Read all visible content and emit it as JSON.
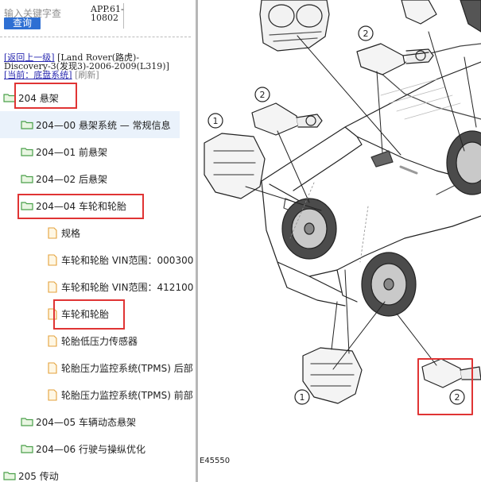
{
  "search": {
    "placeholder": "输入关键字查",
    "button_label": "查询"
  },
  "doc_code": {
    "line1": "APP.61-",
    "line2": "10802"
  },
  "breadcrumb": {
    "back_link": "[返回上一级]",
    "path_line1": "[Land Rover(路虎)-",
    "path_line2": "Discovery-3(发现3)-2006-2009(L319)]",
    "current": "[当前：底盘系统]",
    "refresh": "[刷新]"
  },
  "tree": {
    "items": [
      {
        "label": "204 悬架",
        "kind": "folder"
      },
      {
        "label": "204—00 悬架系统 — 常规信息",
        "kind": "folder",
        "selected": true
      },
      {
        "label": "204—01 前悬架",
        "kind": "folder"
      },
      {
        "label": "204—02 后悬架",
        "kind": "folder"
      },
      {
        "label": "204—04 车轮和轮胎",
        "kind": "folder"
      },
      {
        "label": "规格",
        "kind": "doc"
      },
      {
        "label": "车轮和轮胎 VIN范围：000300",
        "kind": "doc"
      },
      {
        "label": "车轮和轮胎 VIN范围：412100",
        "kind": "doc"
      },
      {
        "label": "车轮和轮胎",
        "kind": "doc"
      },
      {
        "label": "轮胎低压力传感器",
        "kind": "doc"
      },
      {
        "label": "轮胎压力监控系统(TPMS) 后部",
        "kind": "doc"
      },
      {
        "label": "轮胎压力监控系统(TPMS) 前部",
        "kind": "doc"
      },
      {
        "label": "204—05 车辆动态悬架",
        "kind": "folder"
      },
      {
        "label": "204—06 行驶与操纵优化",
        "kind": "folder"
      },
      {
        "label": "205 传动",
        "kind": "folder"
      }
    ]
  },
  "figure": {
    "callouts": [
      "2",
      "2",
      "1",
      "1",
      "2"
    ],
    "figure_id": "E45550"
  },
  "colors": {
    "highlight": "#e03434",
    "button": "#2e6fd3",
    "folder": "#4aa04a",
    "selected_bg": "#eaf2fb"
  }
}
